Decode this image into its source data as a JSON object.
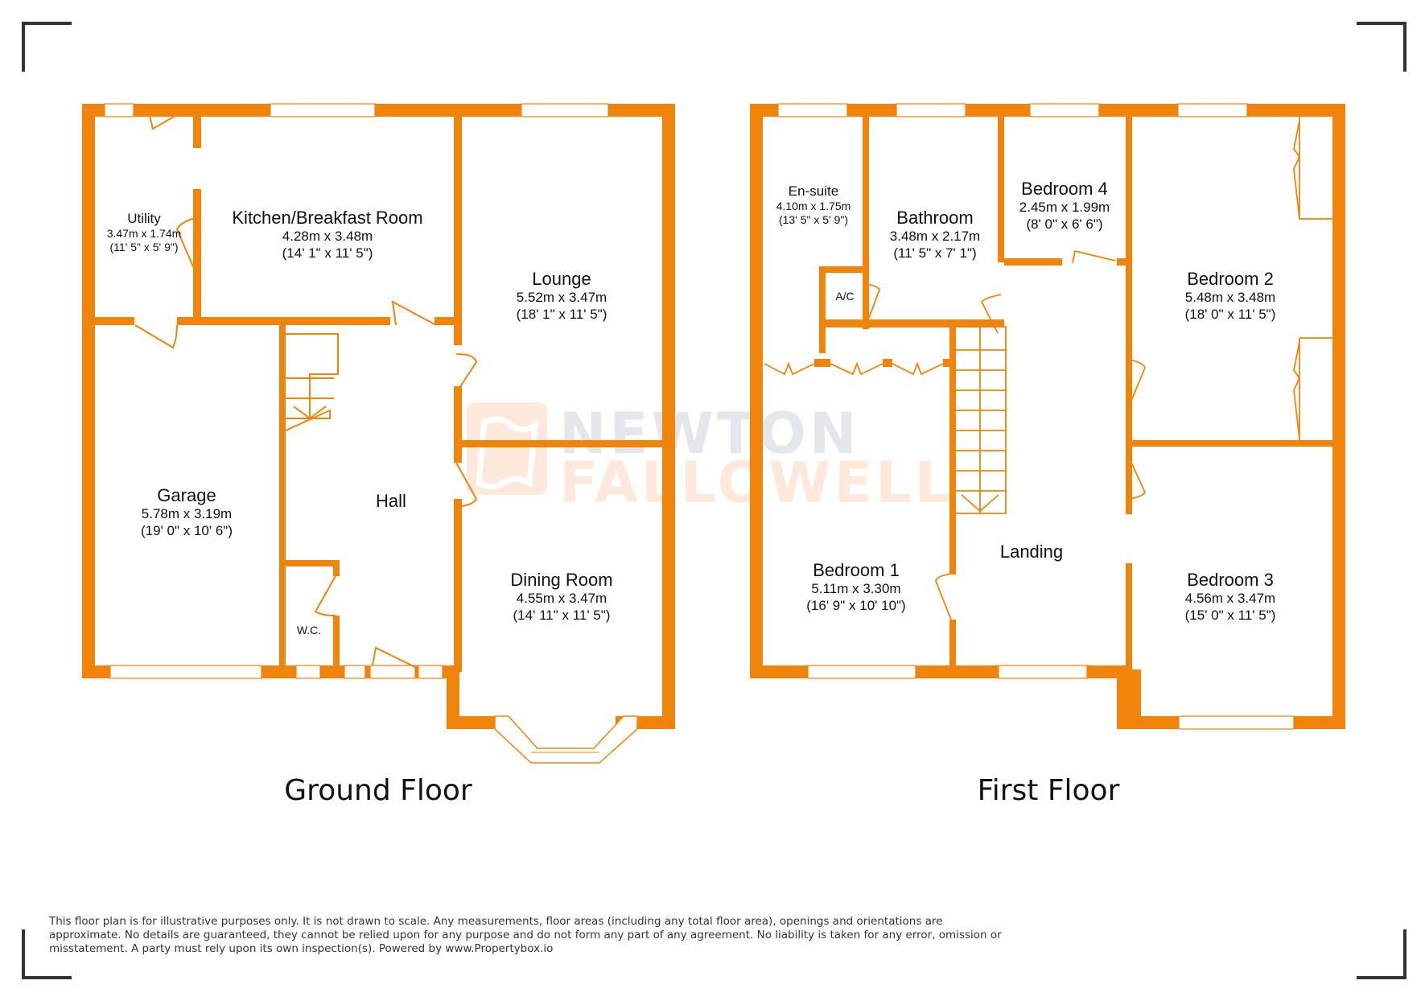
{
  "brand": {
    "watermark_line1": "NEWTON",
    "watermark_line2": "FALLOWELL",
    "wall_color": "#F0830A",
    "watermark_grey": "#E3E6EA",
    "watermark_orange": "#FCE9DC"
  },
  "ground_floor": {
    "title": "Ground Floor",
    "rooms": [
      {
        "name": "Utility",
        "metric": "3.47m x 1.74m",
        "imperial": "(11' 5\" x 5' 9\")"
      },
      {
        "name": "Kitchen/Breakfast Room",
        "metric": "4.28m x 3.48m",
        "imperial": "(14' 1\" x 11' 5\")"
      },
      {
        "name": "Lounge",
        "metric": "5.52m x 3.47m",
        "imperial": "(18' 1\" x 11' 5\")"
      },
      {
        "name": "Garage",
        "metric": "5.78m x 3.19m",
        "imperial": "(19' 0\" x 10' 6\")"
      },
      {
        "name": "Hall"
      },
      {
        "name": "Dining Room",
        "metric": "4.55m x 3.47m",
        "imperial": "(14' 11\" x 11' 5\")"
      },
      {
        "name": "W.C."
      }
    ]
  },
  "first_floor": {
    "title": "First Floor",
    "rooms": [
      {
        "name": "En-suite",
        "metric": "4.10m x 1.75m",
        "imperial": "(13' 5\" x 5' 9\")"
      },
      {
        "name": "Bathroom",
        "metric": "3.48m x 2.17m",
        "imperial": "(11' 5\" x 7' 1\")"
      },
      {
        "name": "Bedroom 4",
        "metric": "2.45m x 1.99m",
        "imperial": "(8' 0\" x 6' 6\")"
      },
      {
        "name": "Bedroom 2",
        "metric": "5.48m x 3.48m",
        "imperial": "(18' 0\" x 11' 5\")"
      },
      {
        "name": "A/C"
      },
      {
        "name": "Bedroom 1",
        "metric": "5.11m x 3.30m",
        "imperial": "(16' 9\" x 10' 10\")"
      },
      {
        "name": "Landing"
      },
      {
        "name": "Bedroom 3",
        "metric": "4.56m x 3.47m",
        "imperial": "(15' 0\" x 11' 5\")"
      }
    ]
  },
  "disclaimer": "This floor plan is for illustrative purposes only. It is not drawn to scale. Any measurements, floor areas (including any total floor area), openings and orientations are approximate. No details are guaranteed, they cannot be relied upon for any purpose and do not form any part of any agreement. No liability is taken for any error, omission or misstatement. A party must rely upon its own inspection(s). Powered by www.Propertybox.io"
}
